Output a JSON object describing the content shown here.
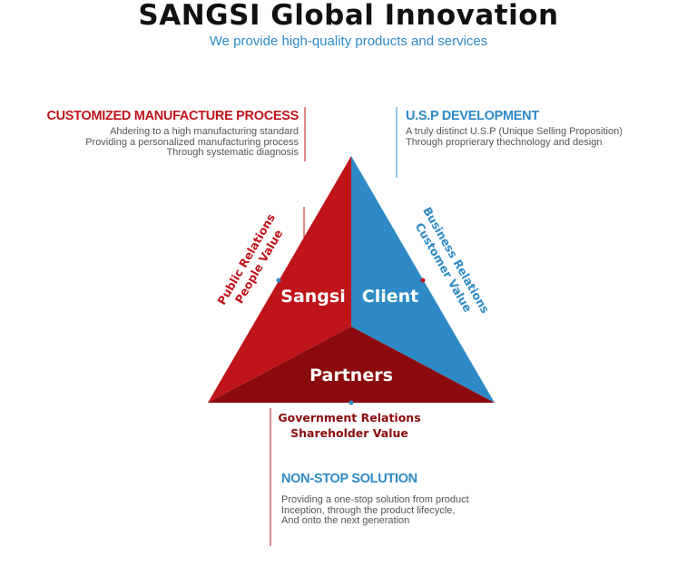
{
  "header": {
    "title": "SANGSI Global Innovation",
    "subtitle": "We provide high-quality products and services"
  },
  "manufacture": {
    "heading": "CUSTOMIZED MANUFACTURE PROCESS",
    "lines": [
      "Ahdering to a high manufacturing standard",
      "Providing a personalized manufacturing process",
      "Through systematic diagnosis"
    ]
  },
  "usp": {
    "heading": "U.S.P DEVELOPMENT",
    "lines": [
      "A truly distinct U.S.P (Unique Selling Proposition)",
      "Through proprierary thechnology and design"
    ]
  },
  "triangle": {
    "left": "Sangsi",
    "right": "Client",
    "bottom": "Partners"
  },
  "relations": {
    "left": [
      "Public Relations",
      "People Value"
    ],
    "right": [
      "Business Relations",
      "Customer Value"
    ],
    "bottom": [
      "Government Relations",
      "Shareholder Value"
    ]
  },
  "nonstop": {
    "heading": "NON-STOP SOLUTION",
    "lines": [
      "Providing a one-stop solution from product",
      "Inception, through the product lifecycle,",
      "And onto the next generation"
    ]
  },
  "colors": {
    "red": "#c0141b",
    "dark_red": "#8b0a0d",
    "blue": "#2e8ac6",
    "title": "#111111",
    "body_text": "#555555"
  }
}
